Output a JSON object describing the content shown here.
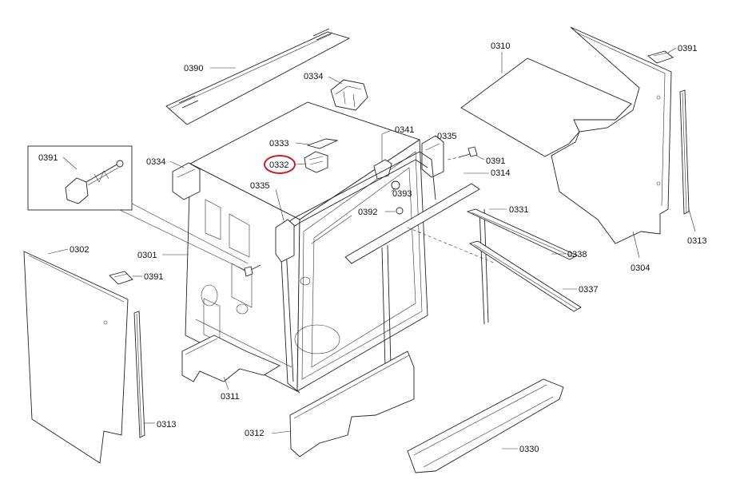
{
  "diagram": {
    "labels": {
      "p0390": "0390",
      "p0334_top": "0334",
      "p0310": "0310",
      "p0391_topright": "0391",
      "p0391_inset": "0391",
      "p0334_left": "0334",
      "p0333": "0333",
      "p0332": "0332",
      "p0341": "0341",
      "p0335_right": "0335",
      "p0391_mid": "0391",
      "p0314": "0314",
      "p0335_left": "0335",
      "p0393": "0393",
      "p0392": "0392",
      "p0331": "0331",
      "p0313_right": "0313",
      "p0304": "0304",
      "p0302": "0302",
      "p0301": "0301",
      "p0391_left": "0391",
      "p0338": "0338",
      "p0337": "0337",
      "p0311": "0311",
      "p0313_left": "0313",
      "p0312": "0312",
      "p0330": "0330"
    },
    "highlight_color": "#cc1f1f",
    "highlighted_part": "0332"
  }
}
